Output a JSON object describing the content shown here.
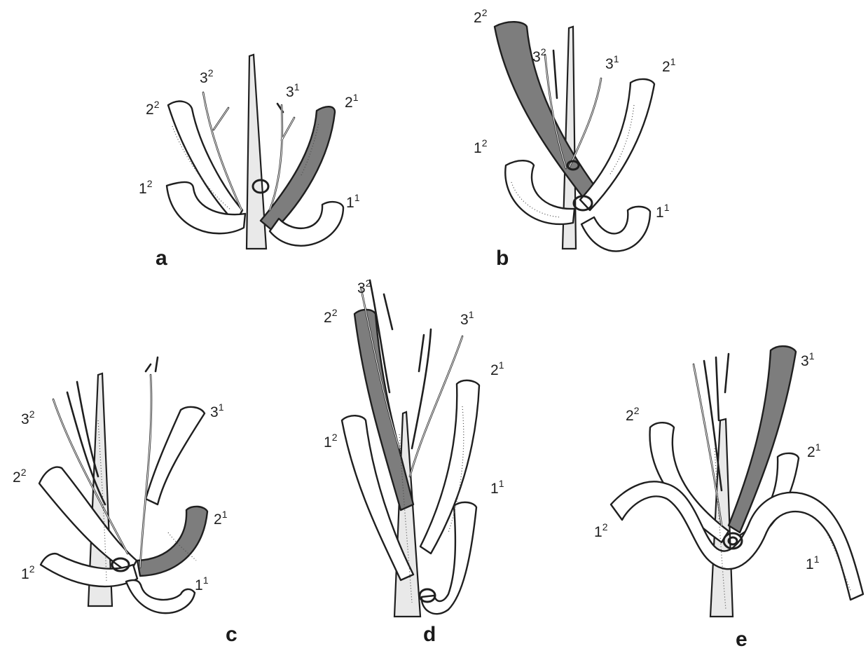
{
  "panels": [
    {
      "id": "a",
      "letter": "a",
      "labels": {
        "2_2": [
          "2",
          "2"
        ],
        "3_2": [
          "3",
          "2"
        ],
        "3_1": [
          "3",
          "1"
        ],
        "2_1": [
          "2",
          "1"
        ],
        "1_2": [
          "1",
          "2"
        ],
        "1_1": [
          "1",
          "1"
        ]
      }
    },
    {
      "id": "b",
      "letter": "b",
      "labels": {
        "2_2": [
          "2",
          "2"
        ],
        "3_2": [
          "3",
          "2"
        ],
        "3_1": [
          "3",
          "1"
        ],
        "2_1": [
          "2",
          "1"
        ],
        "1_2": [
          "1",
          "2"
        ],
        "1_1": [
          "1",
          "1"
        ]
      }
    },
    {
      "id": "c",
      "letter": "c",
      "labels": {
        "3_2": [
          "3",
          "2"
        ],
        "3_1": [
          "3",
          "1"
        ],
        "2_2": [
          "2",
          "2"
        ],
        "2_1": [
          "2",
          "1"
        ],
        "1_2": [
          "1",
          "2"
        ],
        "1_1": [
          "1",
          "1"
        ]
      }
    },
    {
      "id": "d",
      "letter": "d",
      "labels": {
        "3_2": [
          "3",
          "2"
        ],
        "2_2": [
          "2",
          "2"
        ],
        "3_1": [
          "3",
          "1"
        ],
        "2_1": [
          "2",
          "1"
        ],
        "1_2": [
          "1",
          "2"
        ],
        "1_1": [
          "1",
          "1"
        ]
      }
    },
    {
      "id": "e",
      "letter": "e",
      "labels": {
        "3_1": [
          "3",
          "1"
        ],
        "2_2": [
          "2",
          "2"
        ],
        "2_1": [
          "2",
          "1"
        ],
        "1_2": [
          "1",
          "2"
        ],
        "1_1": [
          "1",
          "1"
        ]
      }
    }
  ],
  "colors": {
    "ink": "#1f1f1f",
    "dark_limb": "#7d7d7d",
    "paper": "#ffffff"
  }
}
